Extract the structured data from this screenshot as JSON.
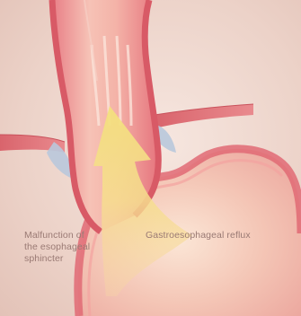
{
  "labels": {
    "sphincter_line1": "Malfunction of",
    "sphincter_line2": "the esophageal",
    "sphincter_line3": "sphincter",
    "reflux": "Gastroesophageal reflux"
  },
  "colors": {
    "background": "#ecd2c8",
    "tissue_wall": "#e06a74",
    "tissue_inner": "#f4b9aa",
    "stomach_fill": "#f3c6b8",
    "diaphragm_gap": "#b9c8dc",
    "reflux_arrow": "#f4e08a",
    "label_text": "#9a7a74"
  }
}
